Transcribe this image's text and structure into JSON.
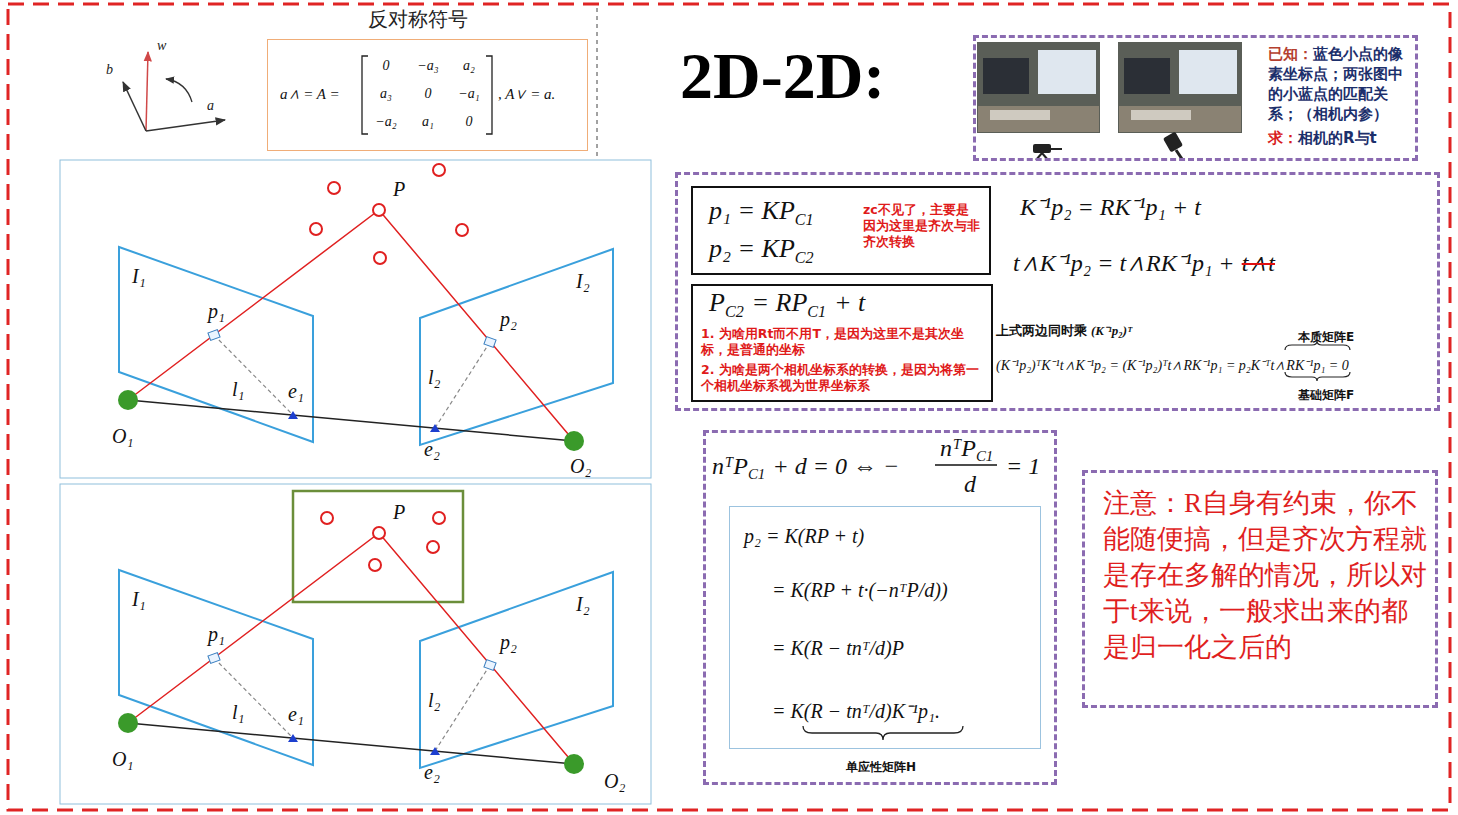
{
  "diagram": {
    "title": "2D-2D:",
    "nodes": [
      {
        "text": [
          "a∧ = A =",
          "0",
          "−a₃",
          "a₂",
          "a₃",
          "0",
          "−a₁",
          "−a₂",
          "a₁",
          "0",
          ", A∨ = a."
        ]
      },
      {
        "text": [
          "已知：",
          "蓝色小点的像素坐标点；两张图中的小蓝点的匹配关系；（相机内参）",
          "求：",
          "相机的R与t"
        ]
      },
      {
        "text": [
          "K⁻¹p₂ = RK⁻¹p₁ + t",
          "t∧K⁻¹p₂ = t∧RK⁻¹p₁ +",
          "t∧t",
          "上式两边同时乘",
          "(K⁻¹p₂)ᵀ",
          "(K⁻¹p₂)ᵀK⁻¹t∧K⁻¹p₂ = (K⁻¹p₂)ᵀt∧RK⁻¹p₁ = p₂K⁻ᵀt∧RK⁻¹p₁ = 0",
          "本质矩阵E",
          "基础矩阵F"
        ]
      },
      {
        "text": [
          "p₁ = KP",
          "C1",
          "p₂ = KP",
          "C2",
          "zc不见了，主要是因为这里是齐次与非齐次转换"
        ],
        "in": 2
      },
      {
        "text": [
          "P",
          "C2",
          "= RP",
          "C1",
          "+ t",
          "1. 为啥用Rt而不用T，是因为这里不是其次坐标，是普通的坐标",
          "2. 为啥是两个相机坐标系的转换，是因为将第一个相机坐标系视为世界坐标系"
        ],
        "in": 2
      },
      {
        "text": [
          "nᵀP",
          "C1",
          "+ d = 0 ⇔ −",
          "nᵀP",
          "C1",
          "d",
          "= 1",
          "单应性矩阵H"
        ]
      },
      {
        "text": [
          "p₂ = K(RP + t)",
          "= K(RP + t·(−nᵀP/d))",
          "= K(R − tnᵀ/d)P",
          "= K(R − tnᵀ/d)K⁻¹p₁."
        ],
        "in": 5
      },
      {
        "text": [
          "注意：R自身有约束，你不能随便搞，但是齐次方程就是存在多解的情况，所以对于t来说，一般求出来的都是归一化之后的"
        ]
      }
    ],
    "labels": [
      "反对称符号",
      "w",
      "b",
      "a",
      "P",
      "I₁",
      "I₂",
      "p₁",
      "p₂",
      "l₁",
      "l₂",
      "e₁",
      "e₂",
      "O₁",
      "O₂",
      "P",
      "I₁",
      "I₂",
      "p₁",
      "p₂",
      "l₁",
      "l₂",
      "e₁",
      "e₂",
      "O₁",
      "O₂"
    ]
  }
}
